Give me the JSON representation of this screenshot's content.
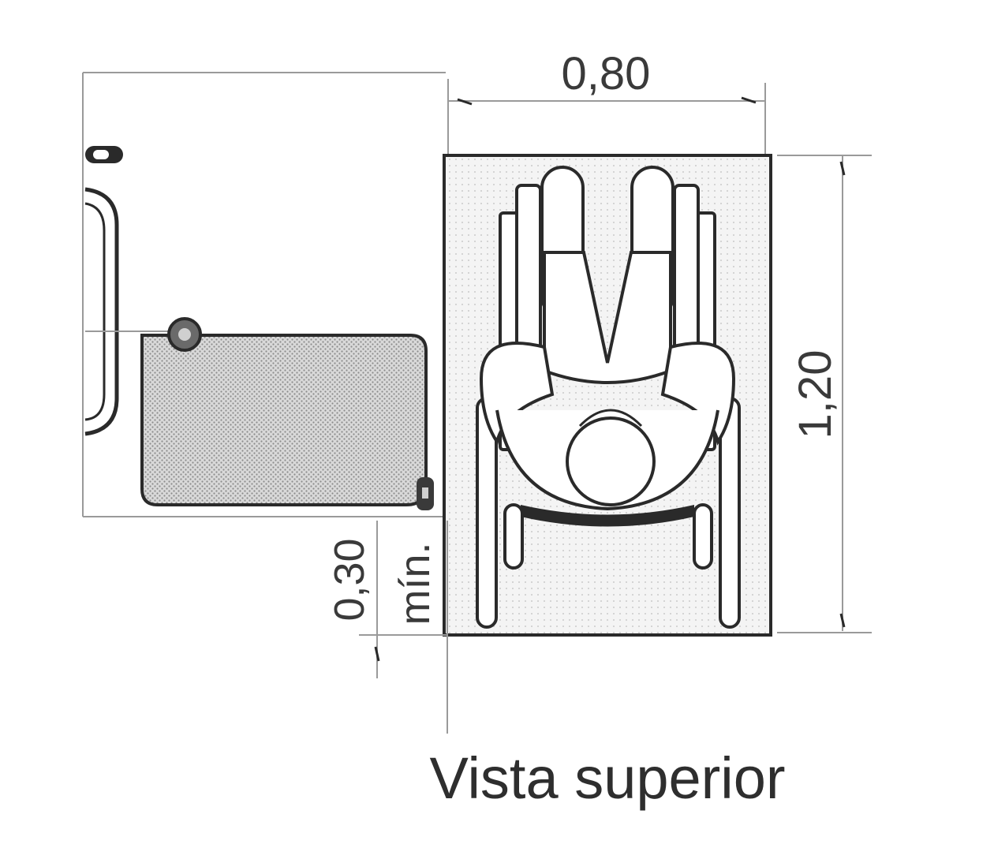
{
  "dimensions": {
    "width_label": "0,80",
    "height_label": "1,20",
    "offset_value": "0,30",
    "offset_unit": "mín."
  },
  "caption": "Vista superior"
}
